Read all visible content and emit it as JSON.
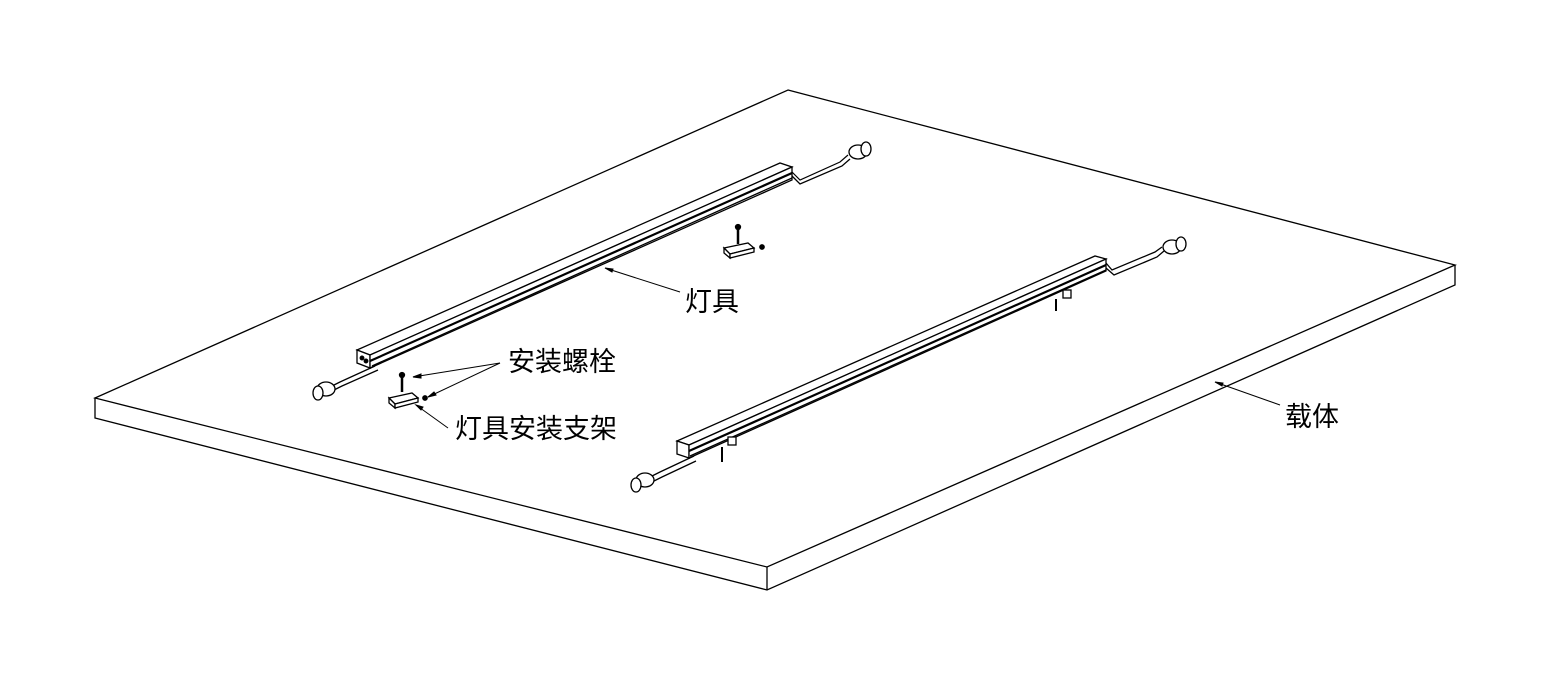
{
  "labels": {
    "fixture": "灯具",
    "mounting_bolt": "安装螺栓",
    "fixture_bracket": "灯具安装支架",
    "carrier": "载体"
  },
  "colors": {
    "line": "#000000",
    "background": "#ffffff"
  }
}
